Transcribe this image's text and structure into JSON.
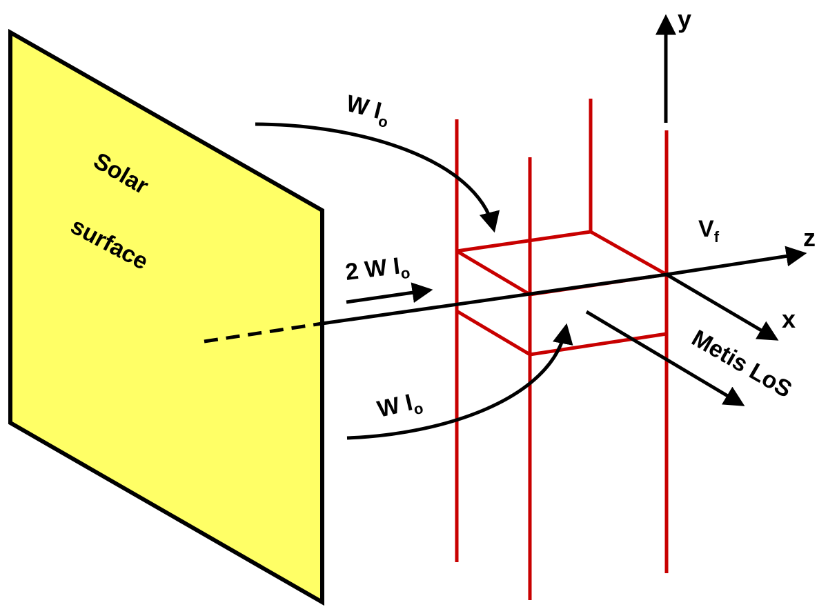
{
  "figure": {
    "title": "Solar surface illumination of coronal volume element along Metis line of sight",
    "colors": {
      "solar_surface_fill": "#ffff66",
      "outline": "#000000",
      "grid": "#c80000",
      "background": "#ffffff"
    }
  },
  "solar_surface": {
    "label_line1": "Solar",
    "label_line2": "surface"
  },
  "fluxes": {
    "upper": {
      "main": "W I",
      "subscript": "o"
    },
    "center": {
      "main": "2 W I",
      "subscript": "o"
    },
    "lower": {
      "main": "W I",
      "subscript": "o"
    }
  },
  "axes": {
    "y": "y",
    "z": "z",
    "x": "x"
  },
  "velocity": {
    "main": "V",
    "subscript": "f"
  },
  "line_of_sight": {
    "label": "Metis LoS"
  }
}
